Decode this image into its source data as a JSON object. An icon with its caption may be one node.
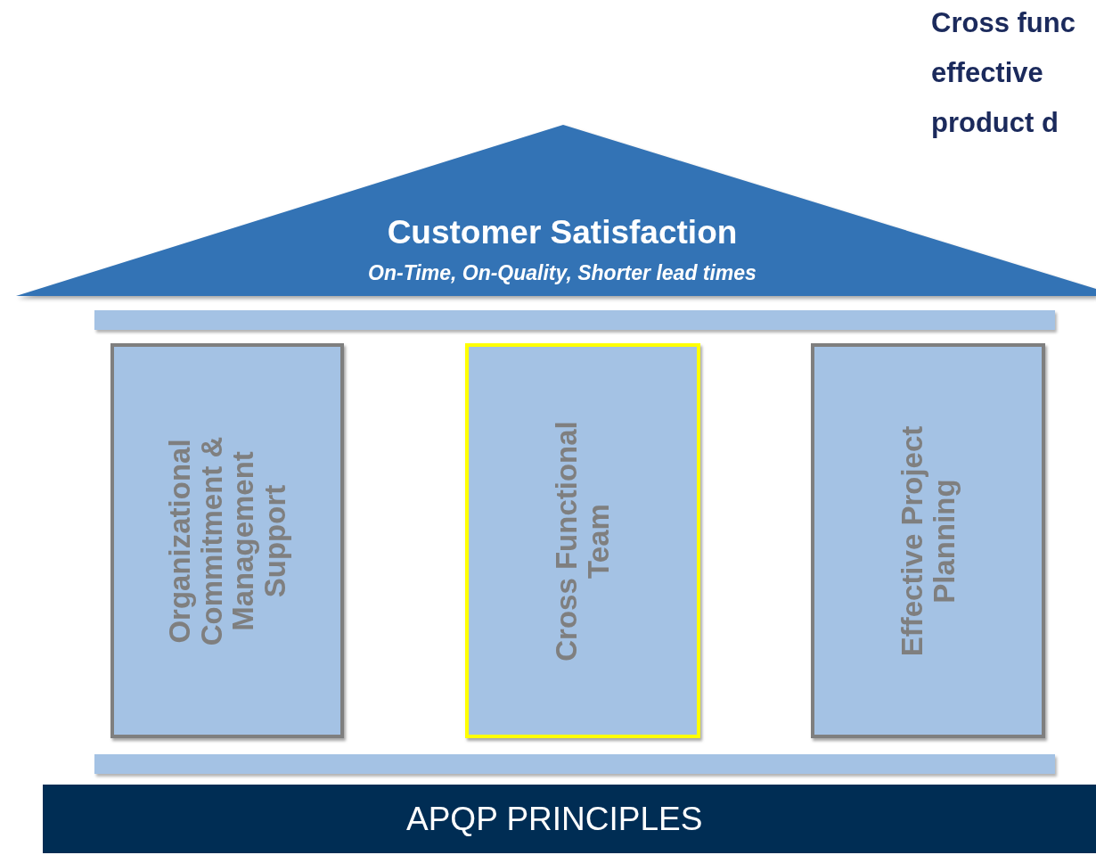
{
  "diagram": {
    "nodes": [
      {
        "text": [
          "Customer Satisfaction",
          "On-Time, On-Quality, Shorter lead times"
        ]
      },
      {
        "text": [],
        "shape": "bar"
      },
      {
        "text": [
          "Organizational Commitment & Management Support"
        ]
      },
      {
        "text": [
          "Cross Functional Team"
        ]
      },
      {
        "text": [
          "Effective Project Planning"
        ]
      },
      {
        "text": [],
        "shape": "bar"
      },
      {
        "text": [
          "APQP PRINCIPLES"
        ]
      }
    ],
    "edges": [],
    "labels": [
      "Cross func",
      "effective",
      "product d"
    ]
  }
}
